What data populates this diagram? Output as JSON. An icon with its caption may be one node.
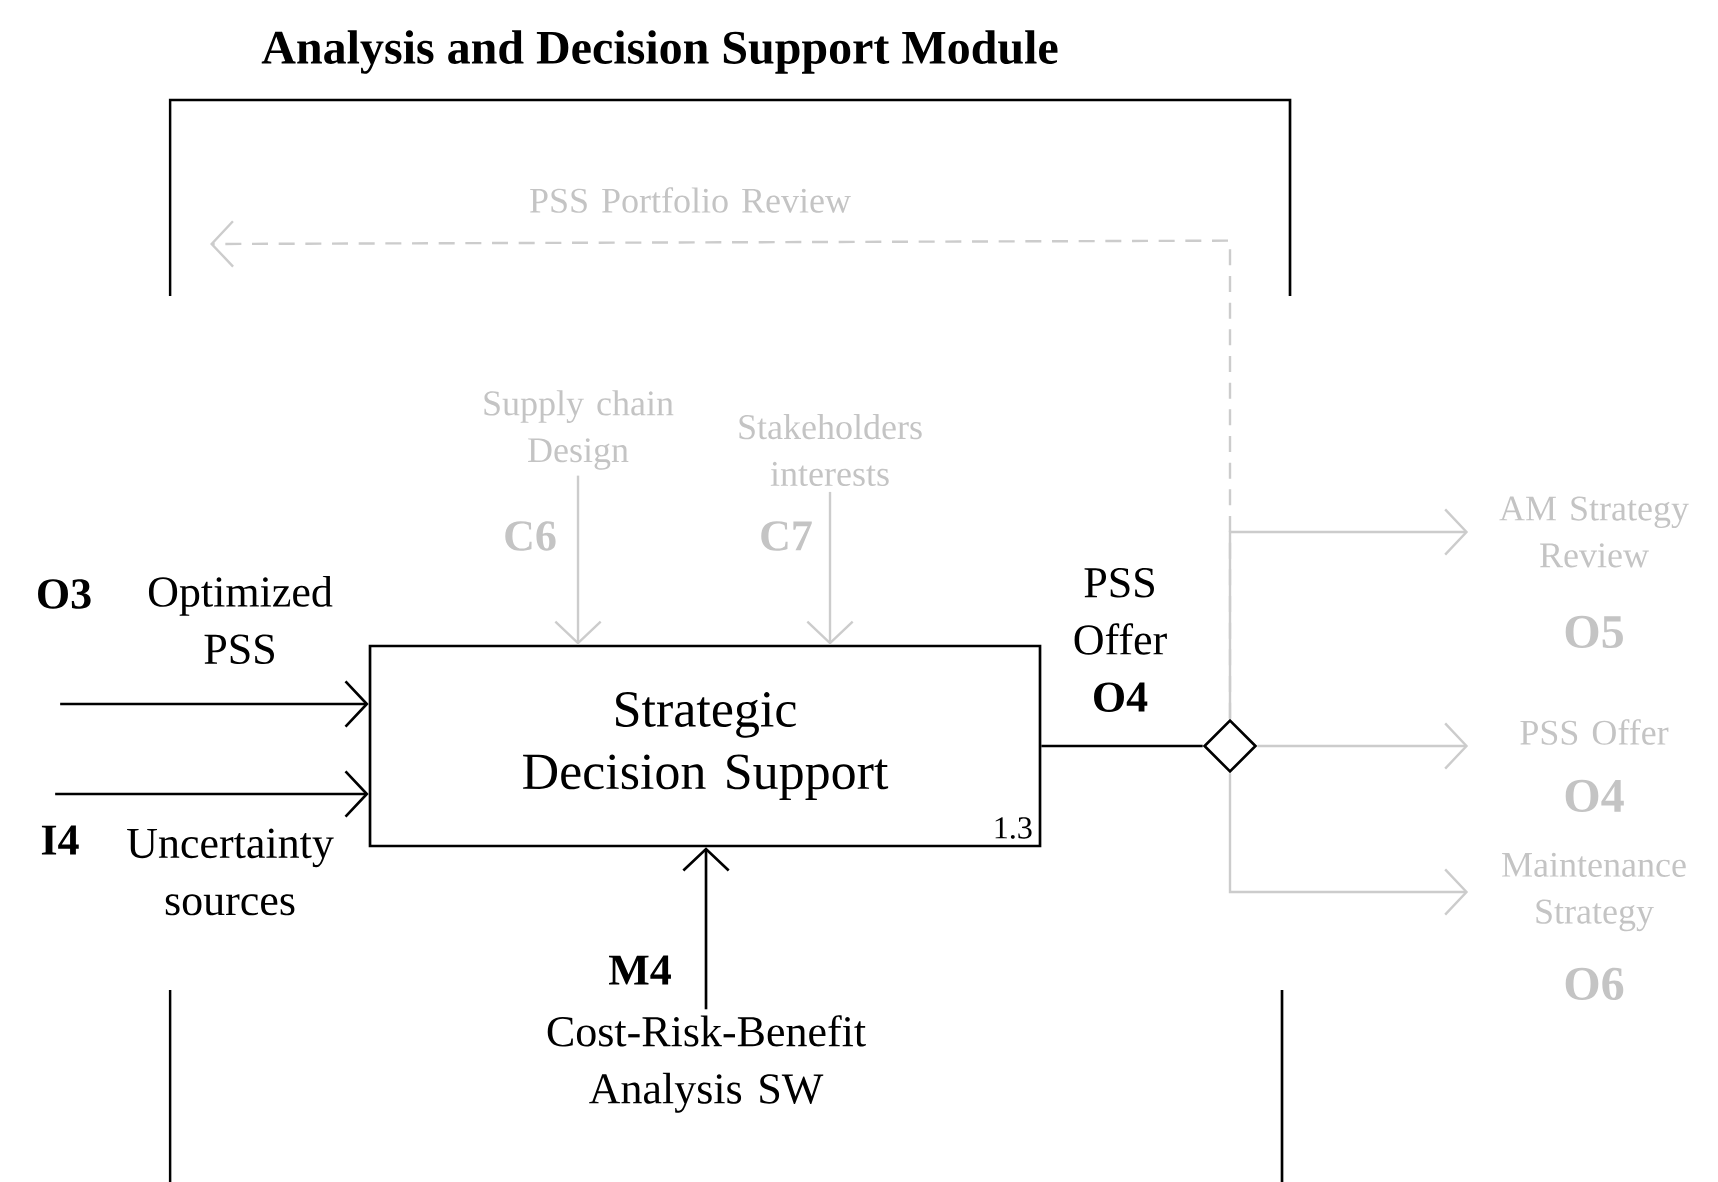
{
  "diagram": {
    "title": "Analysis and Decision Support Module",
    "nodes": [
      {
        "text": [
          "Strategic Decision Support",
          "1.3"
        ]
      },
      {
        "text": [
          "O3",
          "Optimized PSS"
        ]
      },
      {
        "text": [
          "I4",
          "Uncertainty sources"
        ]
      },
      {
        "text": [
          "Supply chain Design",
          "C6"
        ]
      },
      {
        "text": [
          "Stakeholders interests",
          "C7"
        ]
      },
      {
        "text": [
          "M4",
          "Cost-Risk-Benefit Analysis SW"
        ]
      },
      {
        "text": [],
        "shape": "diamond"
      },
      {
        "text": [
          "AM Strategy Review",
          "O5"
        ]
      },
      {
        "text": [
          "PSS Offer",
          "O4"
        ]
      },
      {
        "text": [
          "Maintenance Strategy",
          "O6"
        ]
      }
    ],
    "edges": [
      {
        "from": 1,
        "to": 0,
        "arrow": "to",
        "color": "#000000"
      },
      {
        "from": 2,
        "to": 0,
        "arrow": "to",
        "color": "#000000"
      },
      {
        "from": 3,
        "to": 0,
        "arrow": "to",
        "color": "#cccccc"
      },
      {
        "from": 4,
        "to": 0,
        "arrow": "to",
        "color": "#cccccc"
      },
      {
        "from": 5,
        "to": 0,
        "arrow": "to",
        "color": "#000000"
      },
      {
        "from": 0,
        "to": 6,
        "arrow": "none",
        "label": "PSS Offer **O4**",
        "color": "#000000"
      },
      {
        "from": 6,
        "to": 7,
        "arrow": "to",
        "color": "#cccccc"
      },
      {
        "from": 6,
        "to": 8,
        "arrow": "to",
        "color": "#cccccc"
      },
      {
        "from": 6,
        "to": 9,
        "arrow": "to",
        "color": "#cccccc"
      },
      {
        "from": 6,
        "to": null,
        "arrow": "to",
        "label": "PSS Portfolio Review",
        "style": "dashed",
        "color": "#cccccc"
      }
    ]
  }
}
